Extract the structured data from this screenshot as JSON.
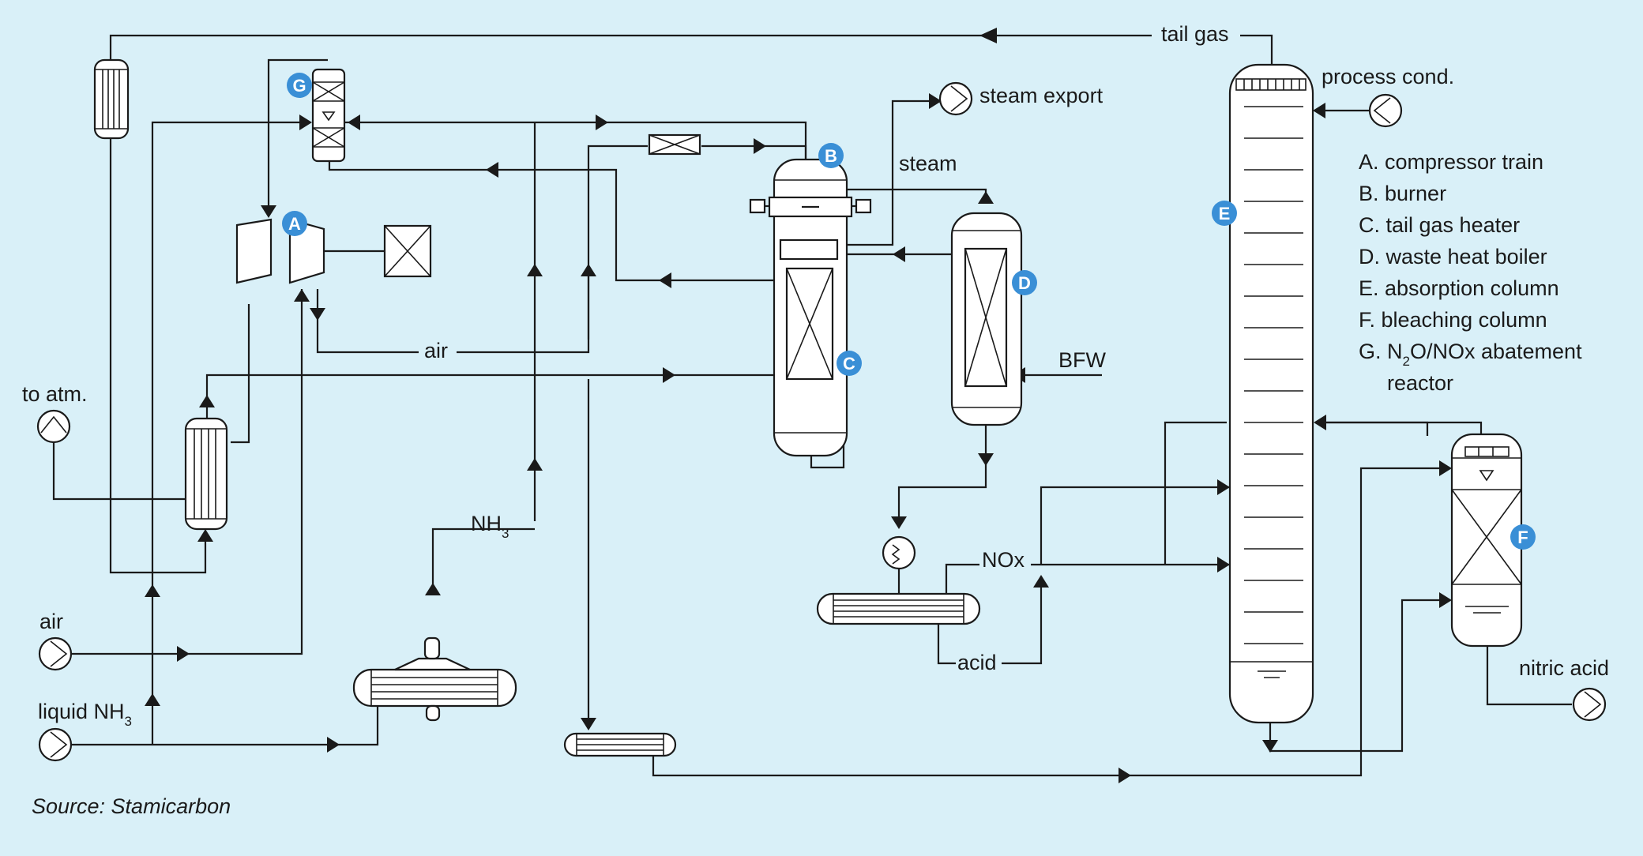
{
  "labels": {
    "tail_gas": "tail gas",
    "process_cond": "process cond.",
    "steam_export": "steam export",
    "steam": "steam",
    "to_atm": "to atm.",
    "air_stream": "air",
    "nh3_stream": "NH",
    "nh3_sub": "3",
    "bfw": "BFW",
    "nox": "NOx",
    "acid": "acid",
    "air_feed": "air",
    "liquid_nh3": "liquid NH",
    "liquid_nh3_sub": "3",
    "nitric_acid": "nitric acid",
    "source": "Source: Stamicarbon"
  },
  "badges": {
    "A": "A",
    "B": "B",
    "C": "C",
    "D": "D",
    "E": "E",
    "F": "F",
    "G": "G"
  },
  "legend": {
    "a": "A.  compressor train",
    "b": "B.  burner",
    "c": "C.  tail gas heater",
    "d": "D.  waste heat boiler",
    "e": "E.  absorption column",
    "f": "F.  bleaching column",
    "g_prefix": "G.  N",
    "g_sub": "2",
    "g_rest": "O/NOx abatement",
    "g_line2": "reactor"
  },
  "colors": {
    "background": "#d9f0f8",
    "badge": "#3a8fd6",
    "line": "#1a1a1a"
  }
}
